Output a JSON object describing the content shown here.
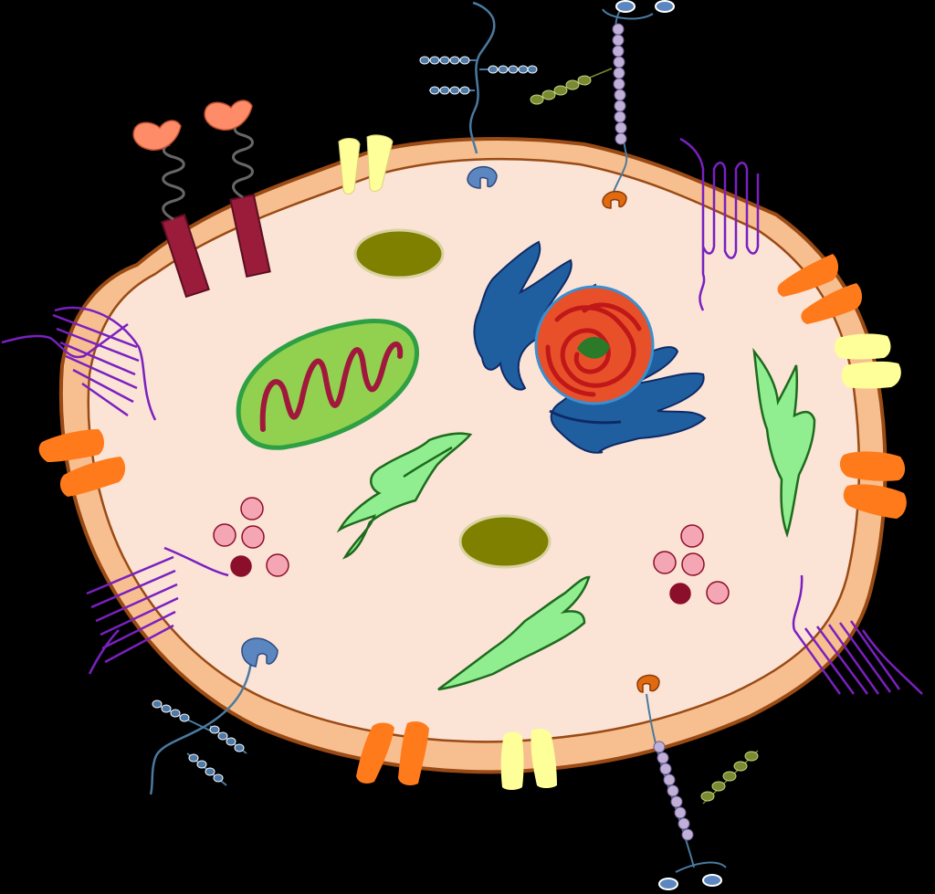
{
  "diagram": {
    "background": "#000000",
    "colors": {
      "membrane_outer": "#f7bf8f",
      "membrane_edge": "#9a4a14",
      "cytoplasm": "#fbe3d6",
      "vacuole": "#808000",
      "vacuole_edge": "#d9d2a0",
      "mitochondrion_outer": "#92d050",
      "mitochondrion_edge": "#2ea043",
      "mitochondrion_cristae": "#a0193c",
      "golgi": "#1f5fa0",
      "golgi_edge": "#0e2a66",
      "nucleus": "#e8502a",
      "nucleus_edge": "#3a8fd0",
      "chromatin": "#c01818",
      "er": "#90ee90",
      "er_edge": "#1e6a1e",
      "vesicle": "#f4a6b4",
      "vesicle_dark": "#8b0f2a",
      "channel_orange": "#ff7a1a",
      "channel_yellow": "#ffff99",
      "receptor_bar": "#9b1b3b",
      "receptor_head": "#ff8c69",
      "spring": "#666666",
      "seven_tm": "#7a20c0",
      "glyco_chain": "#4a7aa0",
      "glyco_bead": "#4f7aa8",
      "proteoglycan_bead": "#c0b0d8",
      "proteoglycan_side": "#7a8a30",
      "anchor_blue": "#5b86c0",
      "anchor_orange": "#e06a10"
    },
    "organelles": [
      "membrane",
      "cytoplasm",
      "vacuole-top",
      "vacuole-center",
      "mitochondrion",
      "golgi",
      "nucleus",
      "er-center",
      "er-right",
      "er-bottom",
      "vesicles-left",
      "vesicles-right"
    ]
  }
}
